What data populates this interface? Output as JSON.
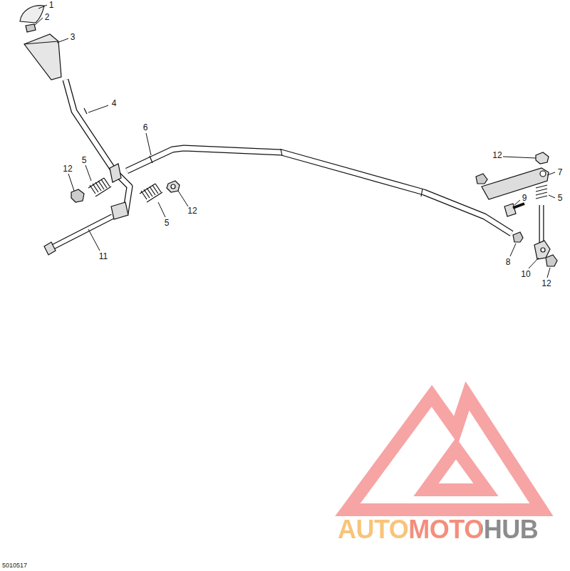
{
  "diagram": {
    "labels": [
      "1",
      "2",
      "3",
      "4",
      "12",
      "5",
      "6",
      "5",
      "12",
      "11",
      "12",
      "7",
      "9",
      "5",
      "8",
      "10",
      "12",
      "5010517",
      "AUTOMOTOHUB"
    ]
  }
}
